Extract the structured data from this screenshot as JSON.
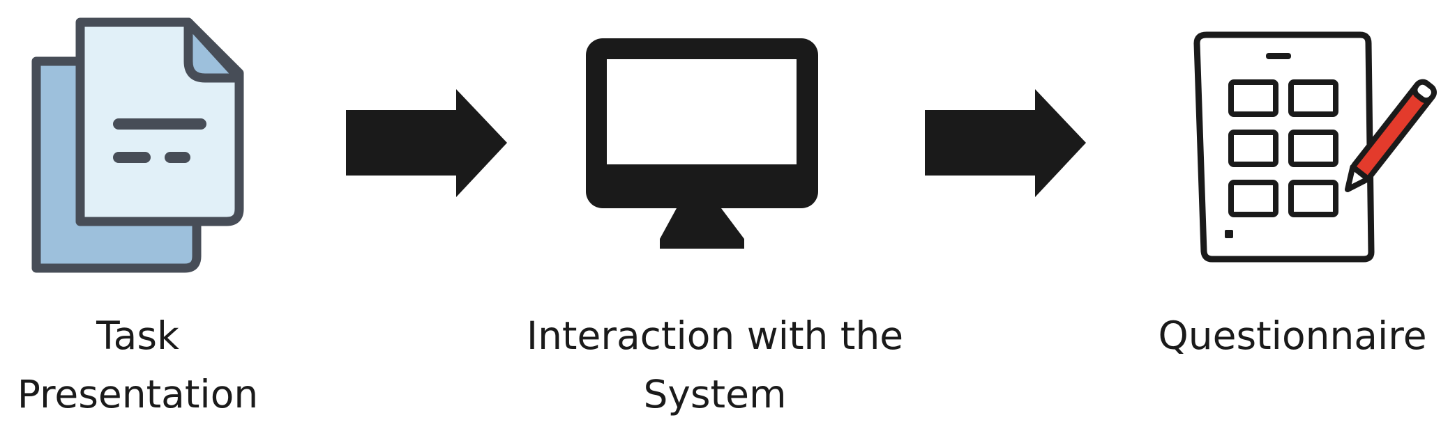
{
  "steps": [
    {
      "icon": "documents-icon",
      "label": "Task\nPresentation"
    },
    {
      "icon": "monitor-icon",
      "label": "Interaction with the\nSystem"
    },
    {
      "icon": "questionnaire-tablet-icon",
      "label": "Questionnaire"
    }
  ],
  "connectors": [
    "arrow-right-icon",
    "arrow-right-icon"
  ],
  "colors": {
    "ink": "#1a1a1a",
    "outline": "#474d57",
    "doc_back_fill": "#9dc0dc",
    "doc_front_fill": "#e1f0f8",
    "doc_fold_fill": "#9dc0dc",
    "pencil_red": "#e33b2c"
  }
}
